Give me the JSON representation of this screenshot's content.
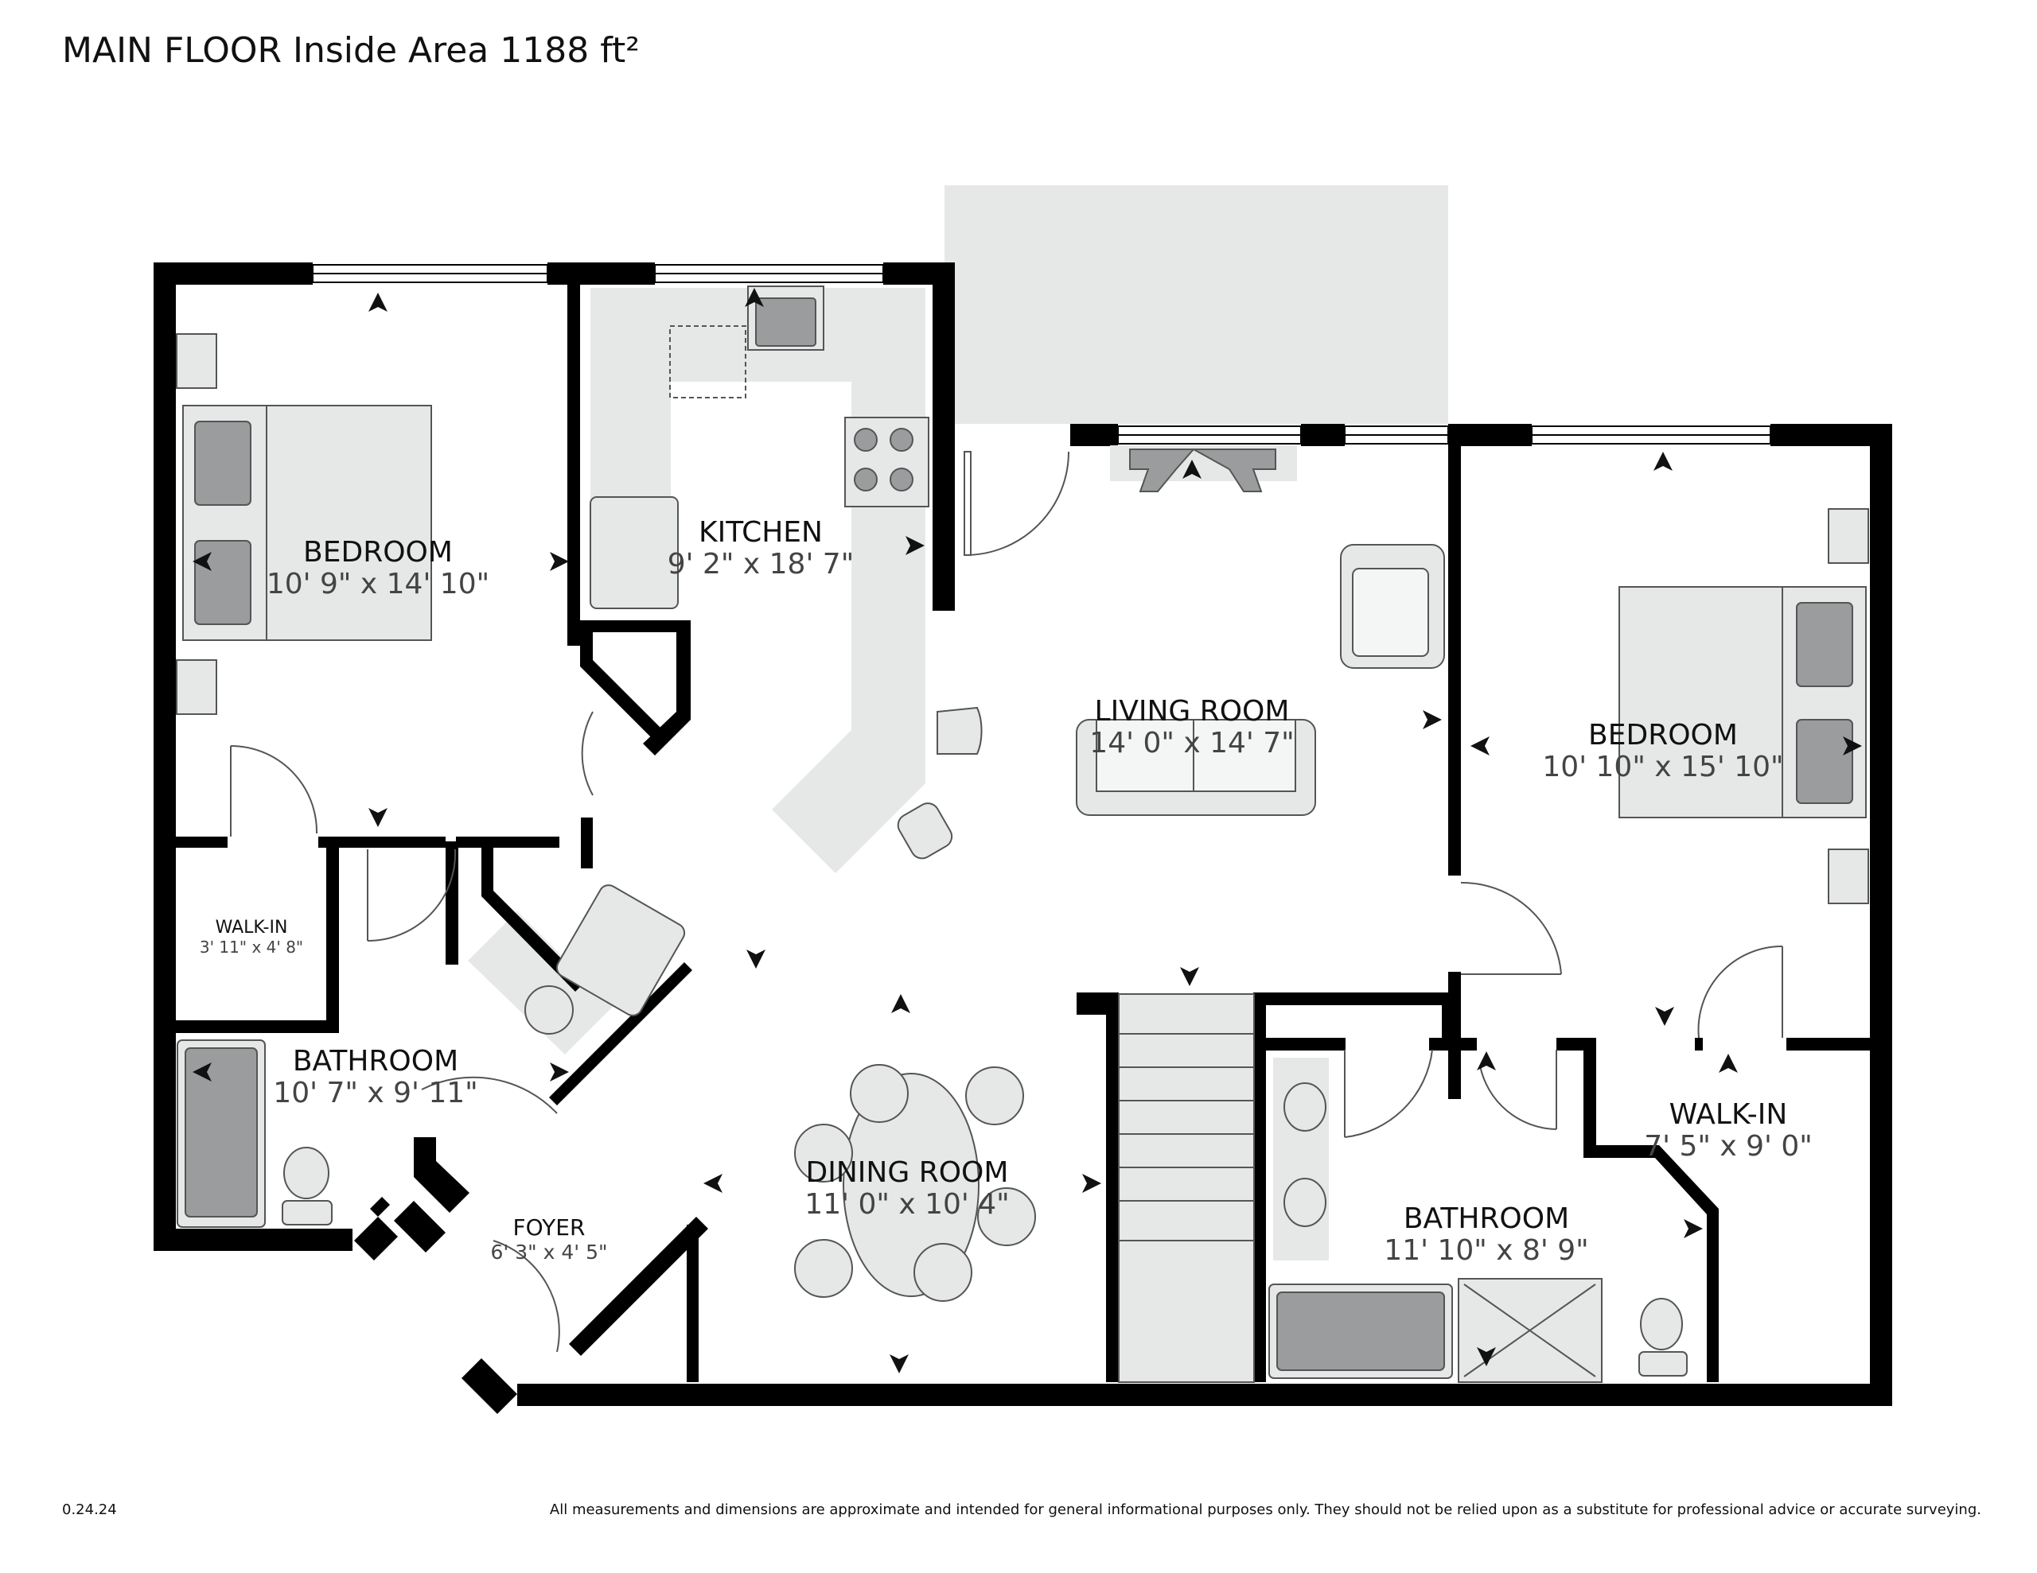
{
  "header": {
    "title": "MAIN FLOOR Inside Area 1188 ft²"
  },
  "footer": {
    "version": "0.24.24",
    "disclaimer": "All measurements and dimensions are approximate and intended for general informational purposes only. They should not be relied upon as a substitute for professional advice or accurate surveying."
  },
  "rooms": {
    "bedroom_left": {
      "name": "BEDROOM",
      "dims": "10' 9\" x 14' 10\""
    },
    "kitchen": {
      "name": "KITCHEN",
      "dims": "9' 2\" x 18' 7\""
    },
    "living_room": {
      "name": "LIVING ROOM",
      "dims": "14' 0\" x 14' 7\""
    },
    "bedroom_right": {
      "name": "BEDROOM",
      "dims": "10' 10\" x 15' 10\""
    },
    "walkin_left": {
      "name": "WALK-IN",
      "dims": "3' 11\" x 4' 8\""
    },
    "bathroom_left": {
      "name": "BATHROOM",
      "dims": "10' 7\" x 9' 11\""
    },
    "dining_room": {
      "name": "DINING ROOM",
      "dims": "11' 0\" x 10' 4\""
    },
    "foyer": {
      "name": "FOYER",
      "dims": "6' 3\" x 4' 5\""
    },
    "bathroom_right": {
      "name": "BATHROOM",
      "dims": "11' 10\" x 8' 9\""
    },
    "walkin_right": {
      "name": "WALK-IN",
      "dims": "7' 5\" x 9' 0\""
    }
  },
  "colors": {
    "wall": "#000000",
    "fixture_fill": "#e6e8e8",
    "appliance_fill": "#9a9c9d",
    "balcony": "#e6e8e8"
  }
}
